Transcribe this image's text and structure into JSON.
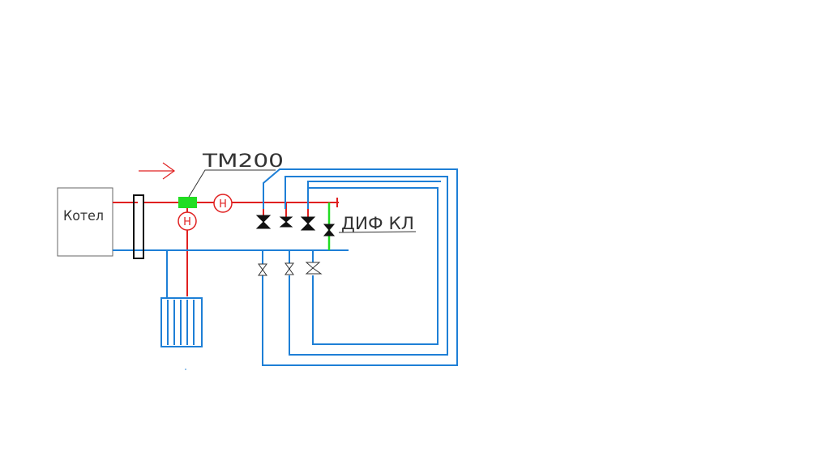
{
  "labels": {
    "boiler": "Котел",
    "controller": "ТМ200",
    "diff_valve": "ДИФ КЛ",
    "pump_symbol": "Н"
  },
  "colors": {
    "supply": "#e02020",
    "return": "#1e7fd6",
    "controller": "#22dd22",
    "bypass": "#22dd22",
    "outline": "#555555",
    "ink": "#222222"
  },
  "icons": {
    "flow_direction": "arrow-right-icon",
    "pump": "pump-circle-icon",
    "valve": "bowtie-valve-icon"
  }
}
